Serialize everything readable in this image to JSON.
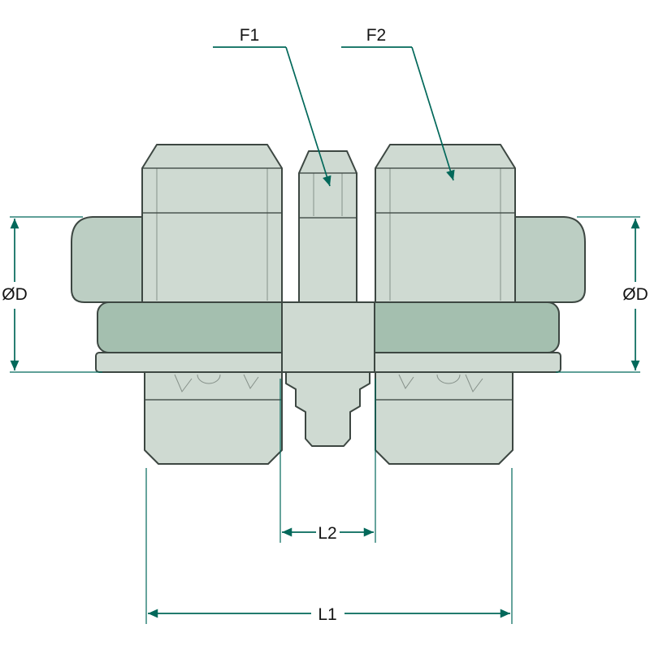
{
  "diagram": {
    "type": "technical-drawing",
    "description": "Front view of a hydraulic bulkhead union fitting with two swivel nuts, center hex, body band and flange, annotated with dimension callouts",
    "labels": {
      "f1": "F1",
      "f2": "F2",
      "d_left": "ØD",
      "d_right": "ØD",
      "l2": "L2",
      "l1": "L1"
    },
    "colors": {
      "dimension": "#02685a",
      "outline": "#3d4742",
      "body_light": "#cfdad2",
      "body_medium": "#bccec3",
      "band_dark": "#a4bfaf",
      "label_text": "#141414",
      "background": "#ffffff"
    }
  }
}
